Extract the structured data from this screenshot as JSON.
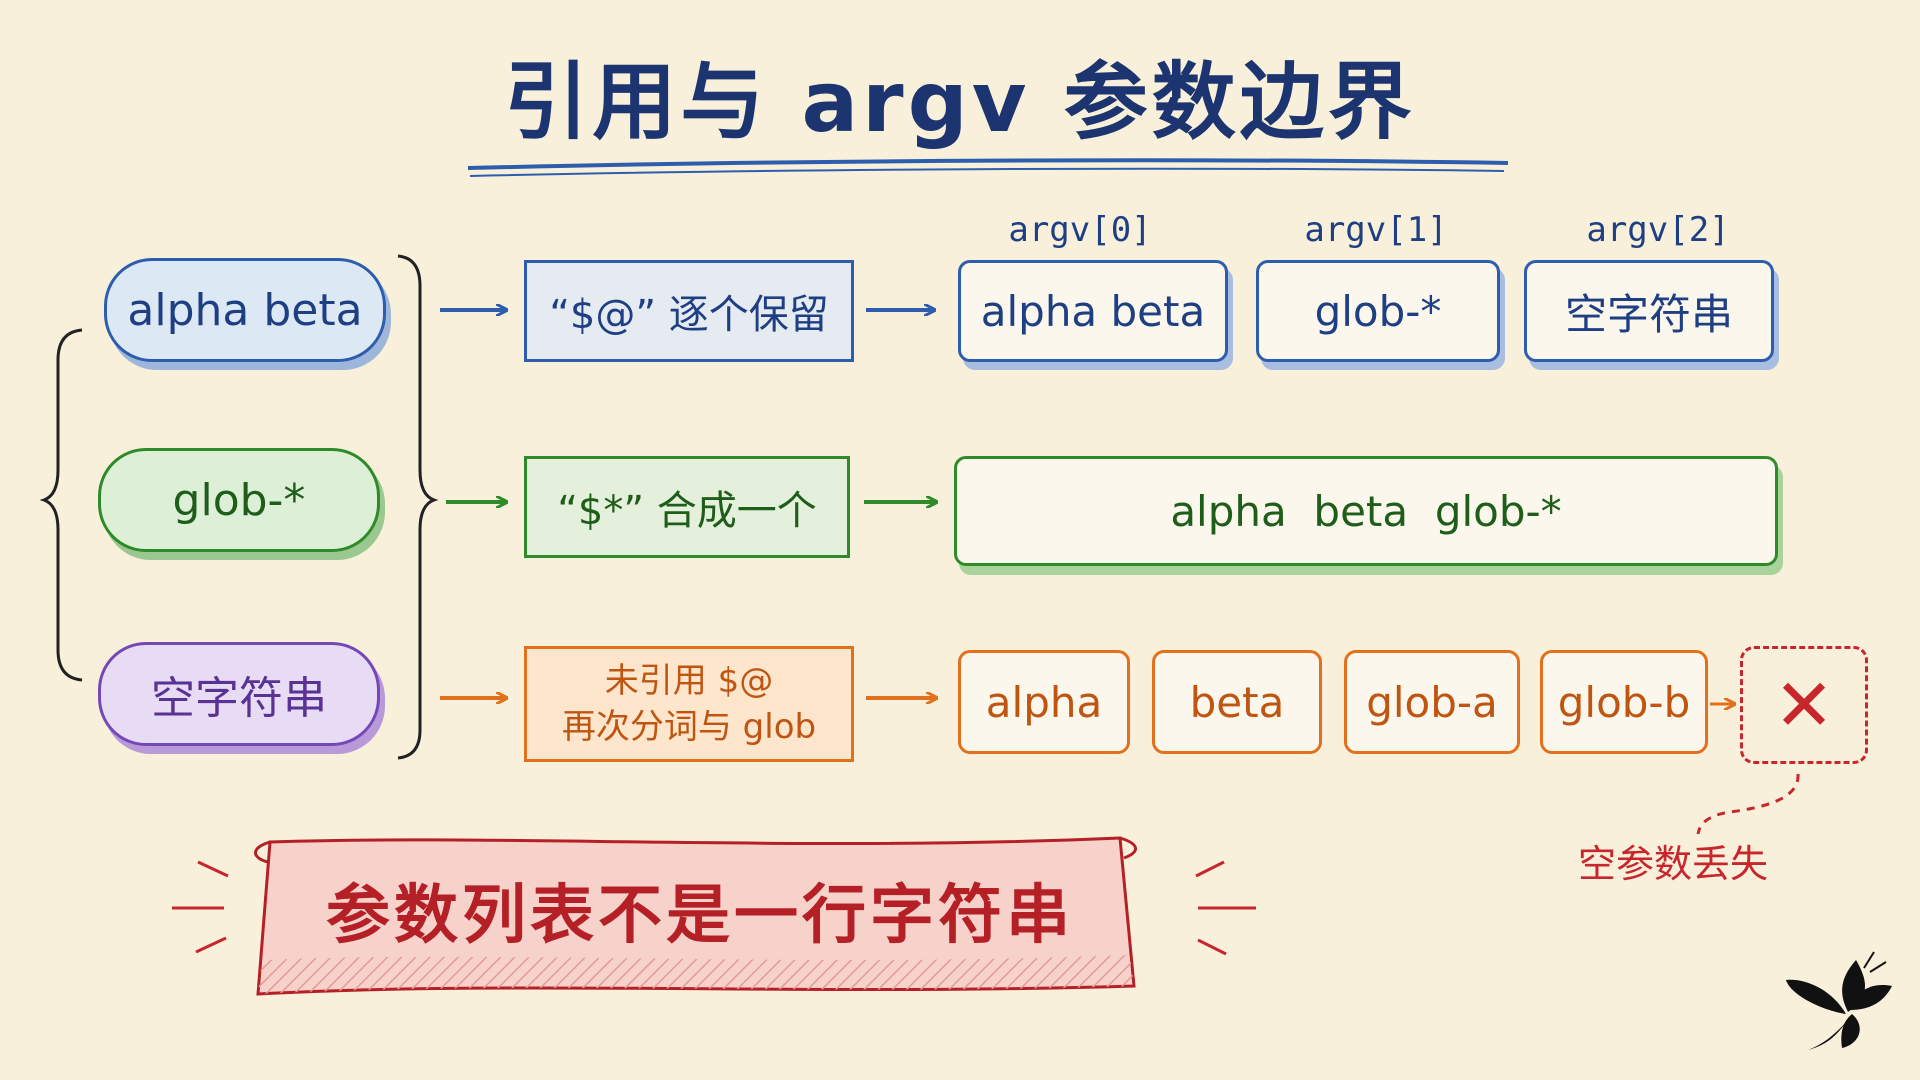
{
  "title": "引用与 argv 参数边界",
  "inputs": [
    "alpha beta",
    "glob-*",
    "空字符串"
  ],
  "rows": [
    {
      "process": "“$@” 逐个保留",
      "indices": [
        "argv[0]",
        "argv[1]",
        "argv[2]"
      ],
      "results": [
        "alpha beta",
        "glob-*",
        "空字符串"
      ]
    },
    {
      "process": "“$*” 合成一个",
      "results": [
        "alpha  beta  glob-*"
      ]
    },
    {
      "process_lines": [
        "未引用 $@",
        "再次分词与 glob"
      ],
      "results": [
        "alpha",
        "beta",
        "glob-a",
        "glob-b"
      ],
      "lost_mark": "✕",
      "lost_note": "空参数丢失"
    }
  ],
  "banner": "参数列表不是一行字符串",
  "colors": {
    "blue": "#2d5eae",
    "green": "#2f8a2a",
    "orange": "#e2701c",
    "purple": "#7548b8",
    "red": "#c8262d",
    "navy": "#1c3470",
    "background": "#f8f0da"
  },
  "logo_icon": "butterfly-logo-icon"
}
